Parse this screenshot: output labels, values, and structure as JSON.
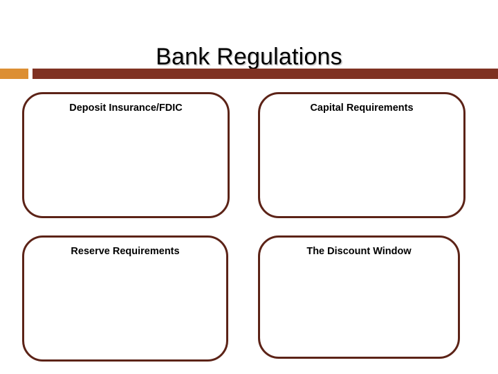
{
  "slide": {
    "title": "Bank Regulations",
    "colors": {
      "divider_accent": "#DC8F33",
      "divider_main": "#7F3122",
      "box_border": "#5C2317",
      "title_text": "#000000",
      "background": "#FFFFFF"
    },
    "boxes": [
      {
        "label": "Deposit Insurance/FDIC",
        "body": ""
      },
      {
        "label": "Capital Requirements",
        "body": ""
      },
      {
        "label": "Reserve Requirements",
        "body": ""
      },
      {
        "label": "The Discount Window",
        "body": ""
      }
    ]
  }
}
